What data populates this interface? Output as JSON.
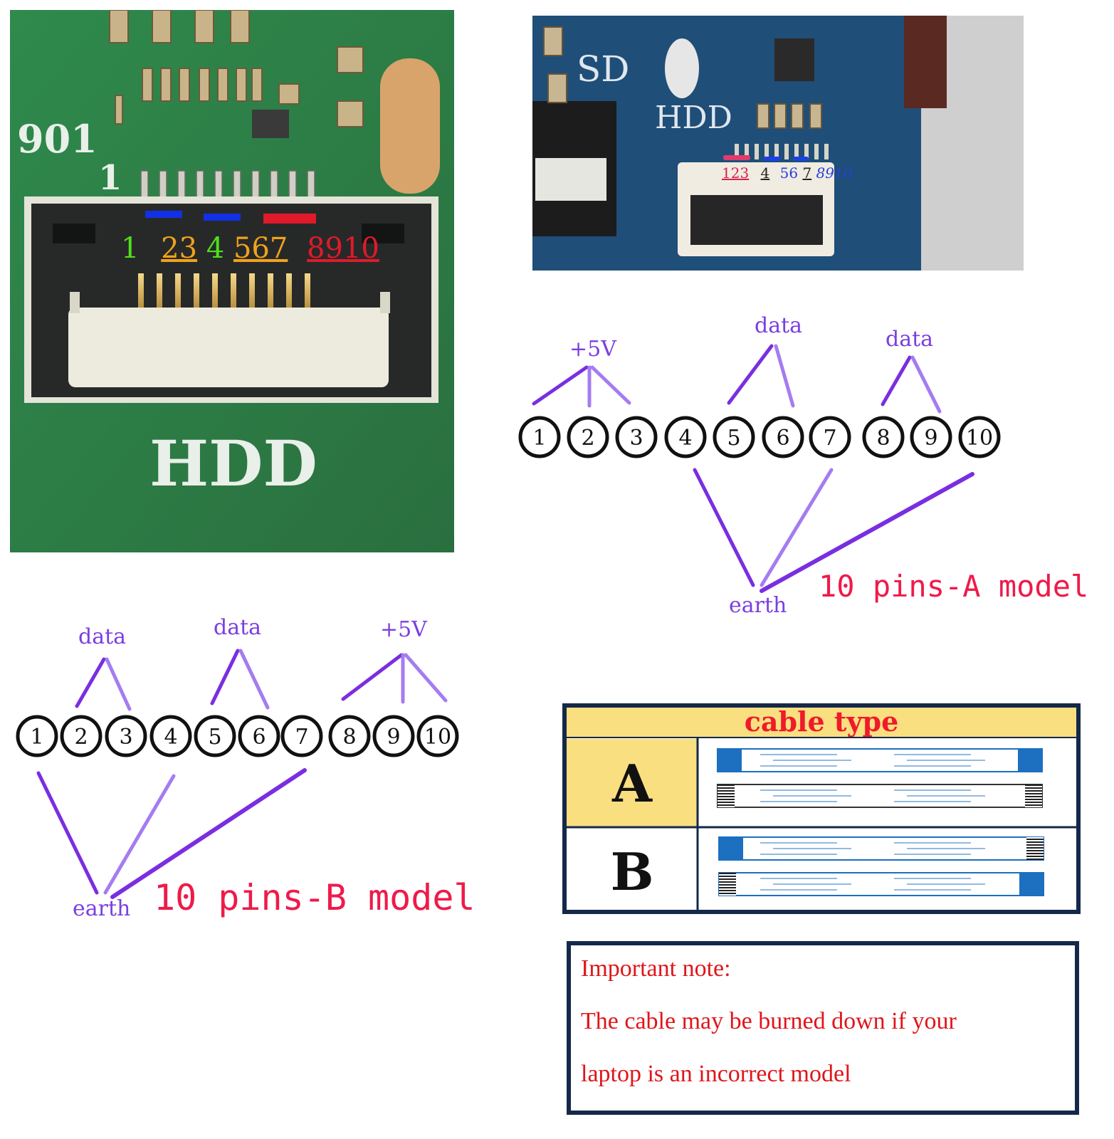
{
  "photo_left": {
    "silk_code": "901",
    "silk_pin1": "1",
    "board_label": "HDD",
    "pin_label_parts": [
      "1",
      "23",
      "4",
      "567",
      "8910"
    ],
    "colors": {
      "board": "#2f7d45",
      "connector": "#2a2c2c",
      "latch": "#ececdf",
      "blue_bar": "#1230e6",
      "red_bar": "#e01a2a",
      "green_text": "#4fe01c",
      "orange_text": "#f0a21c"
    }
  },
  "photo_right": {
    "silk_sd": "SD",
    "board_label": "HDD",
    "pin_label_parts": [
      "123",
      "4",
      "56",
      "7",
      "8910"
    ],
    "colors": {
      "board": "#20507c",
      "red_bar": "#e23b6a",
      "blue_bar": "#1c3fe6"
    }
  },
  "diagram_a": {
    "pins": [
      "1",
      "2",
      "3",
      "4",
      "5",
      "6",
      "7",
      "8",
      "9",
      "10"
    ],
    "labels": {
      "v5": "+5V",
      "data1": "data",
      "data2": "data",
      "earth": "earth"
    },
    "title": "10 pins-A model"
  },
  "diagram_b": {
    "pins": [
      "1",
      "2",
      "3",
      "4",
      "5",
      "6",
      "7",
      "8",
      "9",
      "10"
    ],
    "labels": {
      "data1": "data",
      "data2": "data",
      "v5": "+5V",
      "earth": "earth"
    },
    "title": "10 pins-B model"
  },
  "cable_table": {
    "header": "cable type",
    "rows": [
      {
        "label": "A"
      },
      {
        "label": "B"
      }
    ],
    "colors": {
      "header_bg": "#f9df80",
      "header_text": "#ef1a2a",
      "border": "#14284a",
      "cable_blue": "#1d6fc0"
    }
  },
  "note": {
    "title": "Important note:",
    "line1": "The cable may be burned down if your",
    "line2": "laptop is an incorrect model"
  }
}
